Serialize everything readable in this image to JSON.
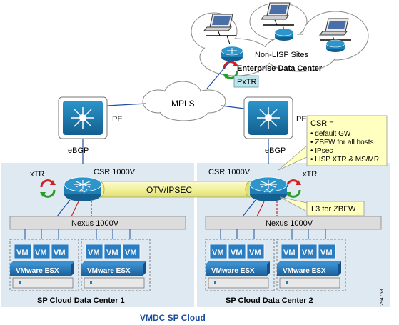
{
  "labels": {
    "non_lisp_sites": "Non-LISP Sites",
    "enterprise_dc": "Enterprise Data Center",
    "pxtr": "PxTR",
    "mpls": "MPLS",
    "pe_left": "PE",
    "pe_right": "PE",
    "ebgp_left": "eBGP",
    "ebgp_right": "eBGP",
    "xtr_left": "xTR",
    "xtr_right": "xTR",
    "csr_left": "CSR 1000V",
    "csr_right": "CSR 1000V",
    "otv_ipsec": "OTV/IPSEC",
    "nexus_left": "Nexus 1000V",
    "nexus_right": "Nexus 1000V",
    "vm": "VM",
    "vmware_esx": "VMware ESX",
    "dc1": "SP Cloud Data Center 1",
    "dc2": "SP Cloud Data Center 2",
    "l3_zbfw": "L3 for ZBFW",
    "figure_id": "294758",
    "caption": "VMDC SP Cloud"
  },
  "csr_callout": {
    "title": "CSR =",
    "bullets": [
      "• default GW",
      "• ZBFW for all hosts",
      "• IPsec",
      "• LISP XTR & MS/MR"
    ]
  },
  "colors": {
    "dc_panel": "#dfe9f2",
    "router_blue": "#1d7fb5",
    "tunnel_yellow": "#f7f7b0",
    "callout_yellow": "#ffffc0",
    "pxtr_box": "#bfe4ea",
    "caption_blue": "#1b4f9c",
    "link_red": "#d02020",
    "link_blue": "#1f4f9f",
    "vm_blue": "#2a7dc0"
  }
}
